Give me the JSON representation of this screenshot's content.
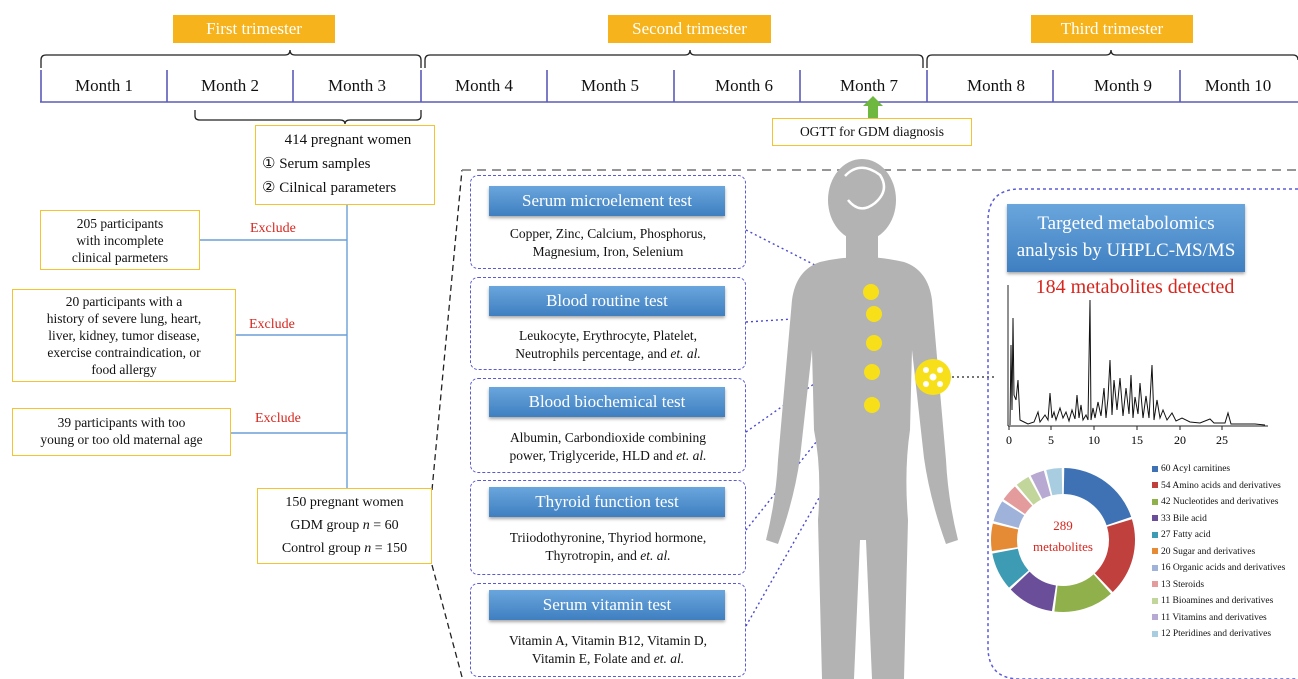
{
  "trimesters": [
    "First trimester",
    "Second trimester",
    "Third trimester"
  ],
  "months": [
    "Month 1",
    "Month 2",
    "Month 3",
    "Month 4",
    "Month 5",
    "Month 6",
    "Month 7",
    "Month 8",
    "Month 9",
    "Month 10"
  ],
  "ogtt": "OGTT for GDM diagnosis",
  "cohort": {
    "title": "414 pregnant women",
    "item1_num": "①",
    "item1": "Serum samples",
    "item2_num": "②",
    "item2": "Cilnical parameters"
  },
  "exclusions": [
    {
      "lines": [
        "205 participants",
        "with incomplete",
        "clinical parmeters"
      ],
      "label": "Exclude"
    },
    {
      "lines": [
        "20 participants with a",
        "history of severe lung, heart,",
        "liver, kidney, tumor disease,",
        "exercise contraindication, or",
        "food allergy"
      ],
      "label": "Exclude"
    },
    {
      "lines": [
        "39 participants with too",
        "young or too old maternal age"
      ],
      "label": "Exclude"
    }
  ],
  "final": {
    "line1": "150 pregnant women",
    "line2_prefix": "GDM group ",
    "line2_var": "n",
    "line2_suffix": " = 60",
    "line3_prefix": "Control group ",
    "line3_var": "n",
    "line3_suffix": " = 150"
  },
  "tests": [
    {
      "title": "Serum microelement test",
      "lines": [
        "Copper, Zinc, Calcium, Phosphorus,",
        "Magnesium, Iron, Selenium"
      ]
    },
    {
      "title": "Blood routine test",
      "lines": [
        "Leukocyte, Erythrocyte, Platelet,",
        "Neutrophils percentage, and"
      ],
      "italic": "et. al."
    },
    {
      "title": "Blood biochemical test",
      "lines": [
        "Albumin, Carbondioxide combining",
        "power, Triglyceride, HLD and"
      ],
      "italic": "et. al."
    },
    {
      "title": "Thyroid function test",
      "lines": [
        "Triiodothyronine, Thyriod hormone,",
        "Thyrotropin, and"
      ],
      "italic": "et. al."
    },
    {
      "title": "Serum vitamin test",
      "lines": [
        "Vitamin A, Vitamin B12, Vitamin D,",
        "Vitamin E, Folate and"
      ],
      "italic": "et. al."
    }
  ],
  "metabolomics": {
    "title_line1": "Targeted metabolomics",
    "title_line2": "analysis by UHPLC-MS/MS",
    "detected": "184 metabolites detected",
    "axis_ticks": [
      "0",
      "5",
      "10",
      "15",
      "20",
      "25"
    ],
    "donut_center_line1": "289",
    "donut_center_line2": "metabolites"
  },
  "chart_data": {
    "type": "pie",
    "values": [
      60,
      54,
      42,
      33,
      27,
      20,
      16,
      13,
      11,
      11,
      12
    ],
    "categories": [
      "60 Acyl carnitines",
      "54 Amino acids and derivatives",
      "42 Nucleotides and derivatives",
      "33 Bile acid",
      "27 Fatty acid",
      "20 Sugar and derivatives",
      "16 Organic acids and derivatives",
      "13 Steroids",
      "11 Bioamines and derivatives",
      "11 Vitamins and derivatives",
      "12 Pteridines and derivatives"
    ],
    "colors": [
      "#3f72b5",
      "#c0403d",
      "#8fb04a",
      "#6b4e9a",
      "#3d9cb4",
      "#e58b35",
      "#9fb2d9",
      "#e39b9b",
      "#c2d69b",
      "#b7a9d1",
      "#a9cde0"
    ]
  }
}
